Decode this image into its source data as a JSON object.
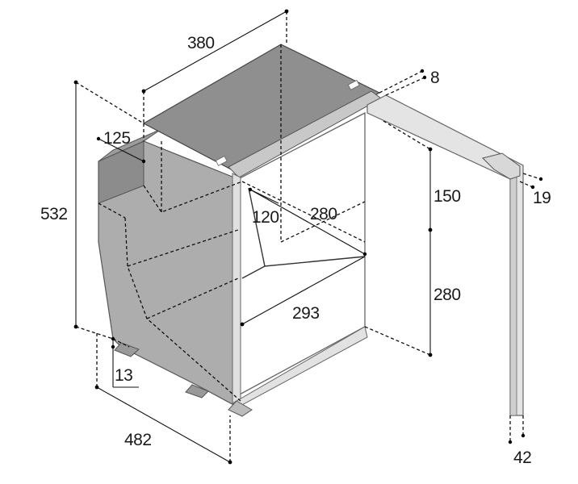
{
  "diagram": {
    "dimensions": {
      "top_width": "380",
      "door_gap": "8",
      "top_depth": "125",
      "total_height": "532",
      "compartment_depth": "120",
      "compartment_width_top": "280",
      "upper_height": "150",
      "lower_height": "280",
      "compartment_width_bottom": "293",
      "door_hinge": "19",
      "foot_height": "13",
      "total_depth": "482",
      "door_thickness": "42"
    },
    "colors": {
      "body_side": "#adadad",
      "body_top": "#8f8f8f",
      "cabinet_dark": "#7d7d7d",
      "door_frame": "#e4e4e4",
      "interior": "#ffffff",
      "line": "#111111"
    }
  }
}
